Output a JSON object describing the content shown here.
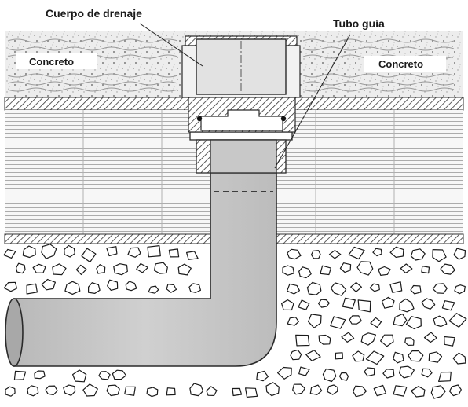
{
  "labels": {
    "drain_body": "Cuerpo de drenaje",
    "guide_tube": "Tubo guía",
    "concrete_left": "Concreto",
    "concrete_right": "Concreto"
  },
  "colors": {
    "pipe_fill": "#c4c4c4",
    "pipe_stroke": "#2a2a2a",
    "concrete_fill": "#ececec",
    "insulation_line": "#8c8c8c",
    "gravel_stroke": "#1a1a1a",
    "hatch_stroke": "#333333"
  }
}
